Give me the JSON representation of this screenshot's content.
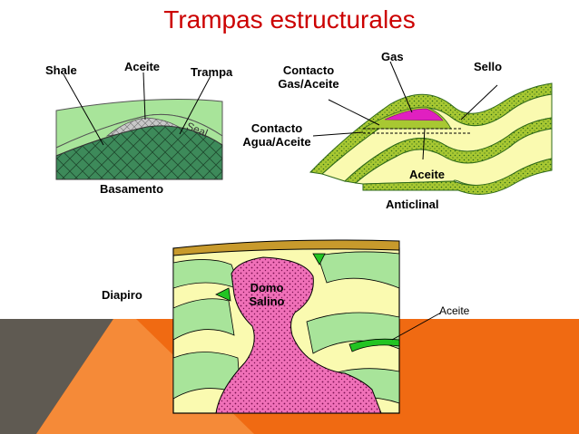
{
  "title": "Trampas estructurales",
  "colors": {
    "title": "#cc0000",
    "orange_band": "#f06a12",
    "grey_band": "#5f5a52",
    "light_green": "#a8e49a",
    "dark_green_rock": "#3d8a5a",
    "yellow_layer": "#fafab0",
    "seal_olive": "#a8c832",
    "bright_green_oil": "#22c422",
    "gas_magenta": "#e020c0",
    "salt_pink": "#f070b8",
    "cap_brown": "#c89a2c"
  },
  "panel_left": {
    "labels": {
      "shale": "Shale",
      "aceite": "Aceite",
      "trampa": "Trampa",
      "seal": "Seal",
      "basamento": "Basamento"
    }
  },
  "panel_right": {
    "labels": {
      "gas": "Gas",
      "sello": "Sello",
      "contacto_gas_aceite_line1": "Contacto",
      "contacto_gas_aceite_line2": "Gas/Aceite",
      "contacto_agua_aceite_line1": "Contacto",
      "contacto_agua_aceite_line2": "Agua/Aceite",
      "aceite": "Aceite",
      "anticlinal": "Anticlinal"
    }
  },
  "panel_bottom": {
    "labels": {
      "diapiro": "Diapiro",
      "domo_line1": "Domo",
      "domo_line2": "Salino",
      "aceite": "Aceite"
    }
  }
}
